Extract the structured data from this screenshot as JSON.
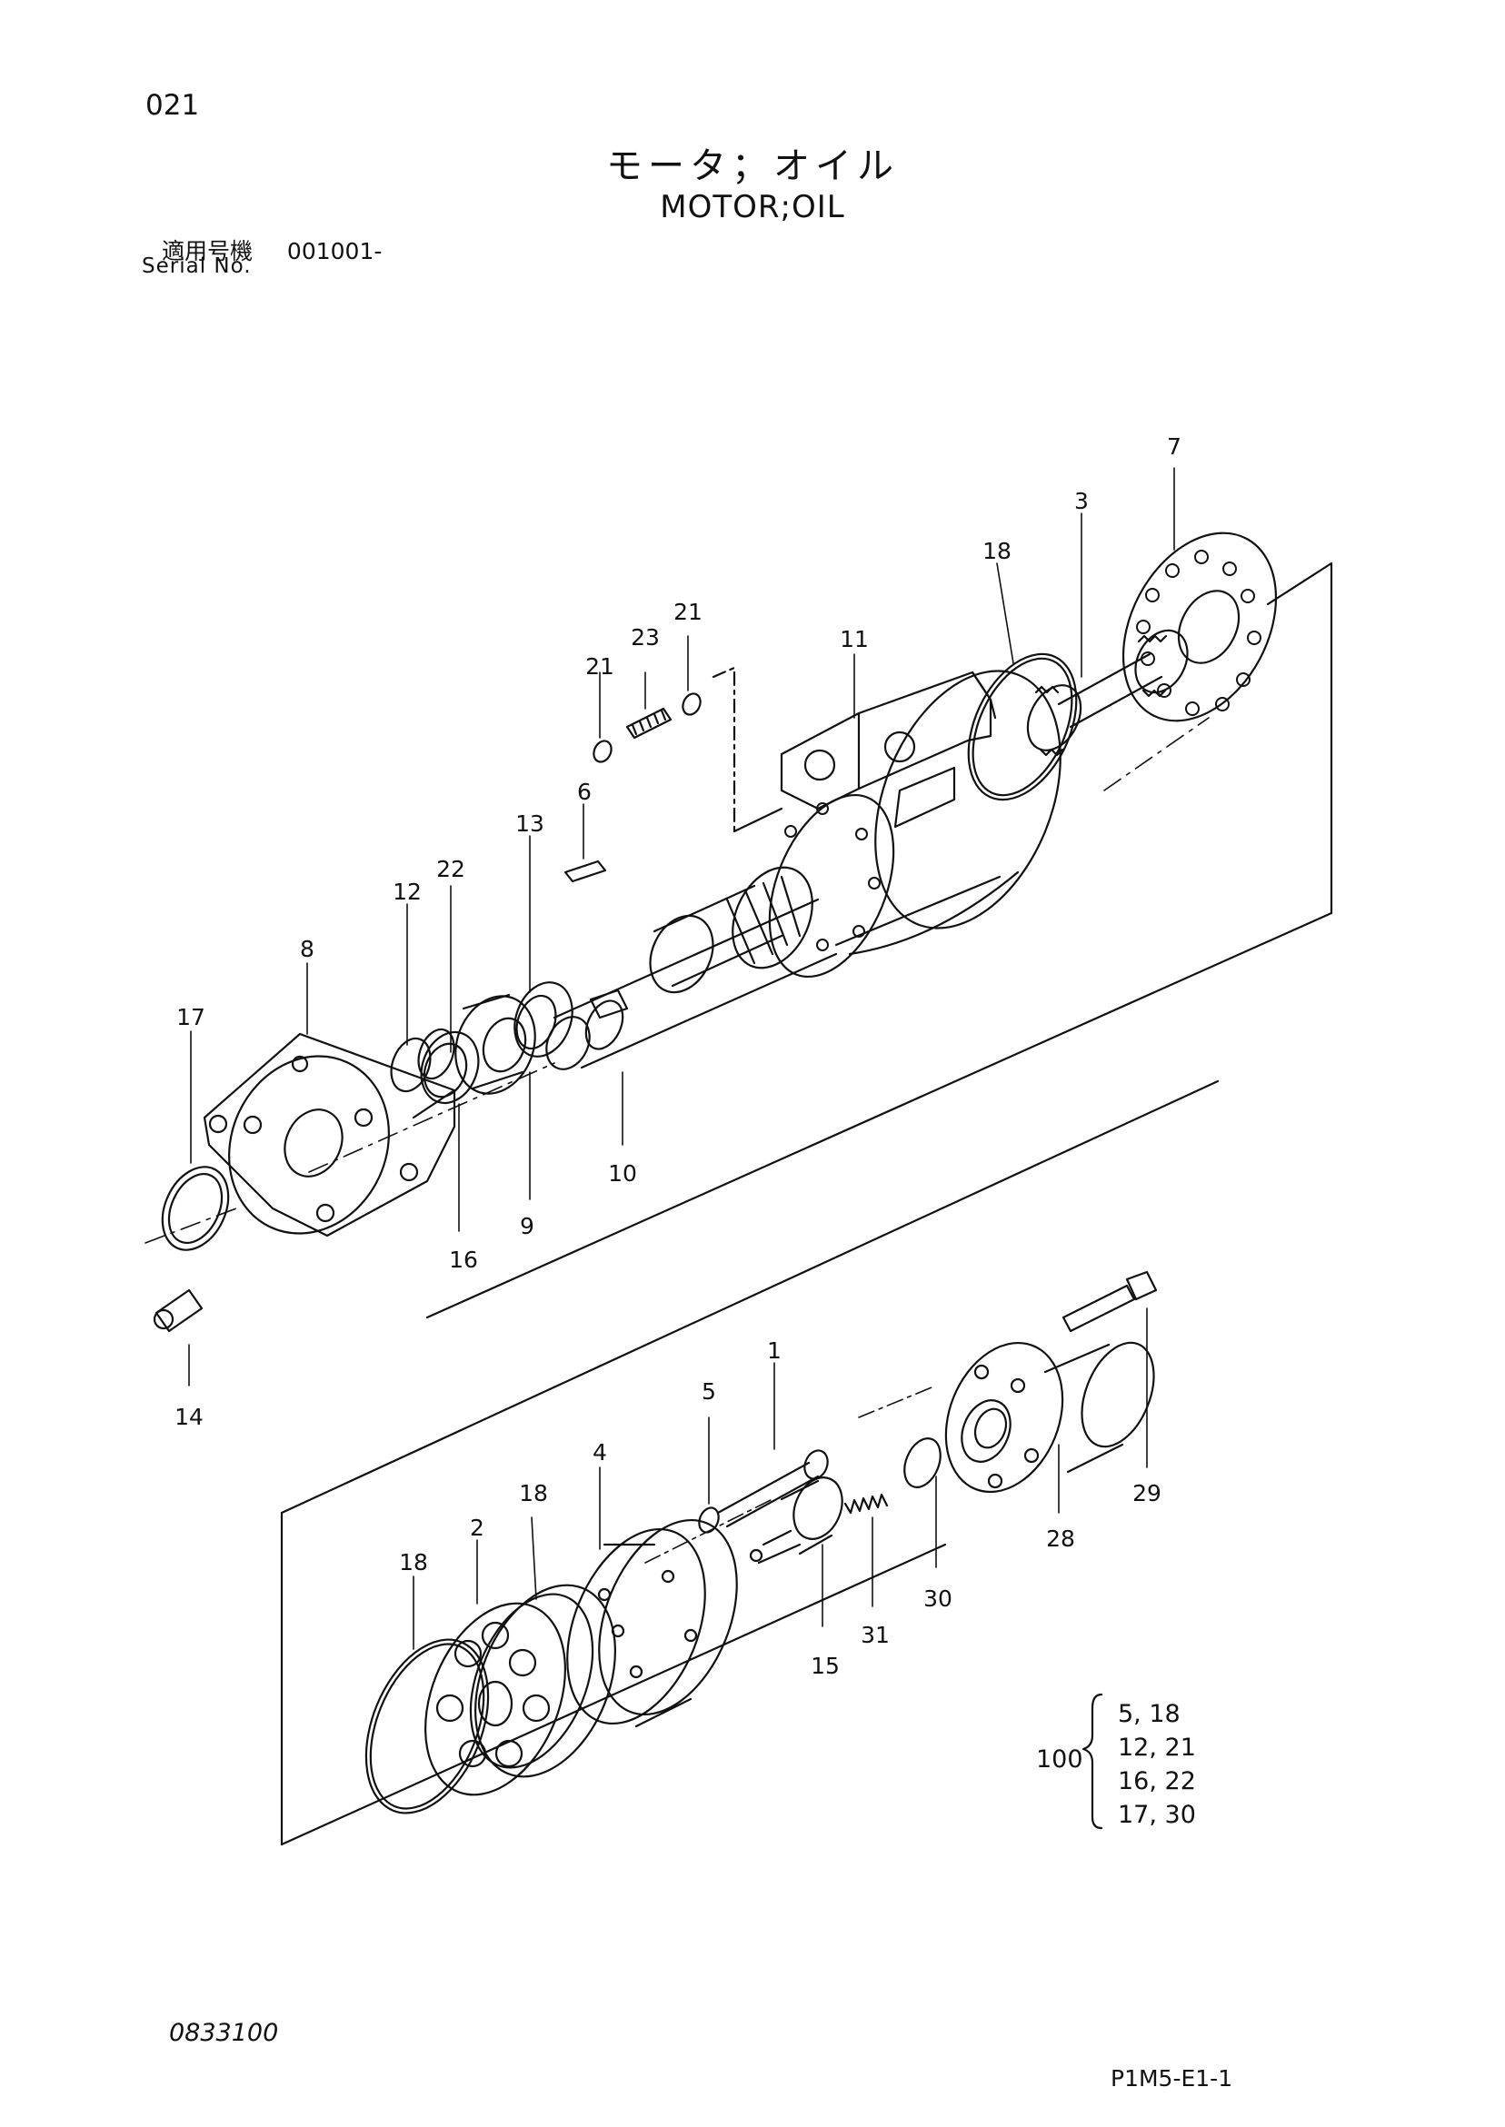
{
  "page_number": "021",
  "title_jp": "モータ；オイル",
  "title_en": "MOTOR;OIL",
  "serial": {
    "label_jp": "適用号機",
    "value": "001001-",
    "label_en": "Serial No."
  },
  "callouts": [
    "7",
    "3",
    "18",
    "21",
    "23",
    "21",
    "11",
    "6",
    "13",
    "22",
    "12",
    "8",
    "17",
    "10",
    "9",
    "16",
    "14",
    "1",
    "5",
    "4",
    "18",
    "2",
    "18",
    "29",
    "28",
    "30",
    "31",
    "15"
  ],
  "kit": {
    "number": "100",
    "parts": [
      "5, 18",
      "12, 21",
      "16, 22",
      "17, 30"
    ]
  },
  "drawing_code": "0833100",
  "figure_code": "P1M5-E1-1"
}
